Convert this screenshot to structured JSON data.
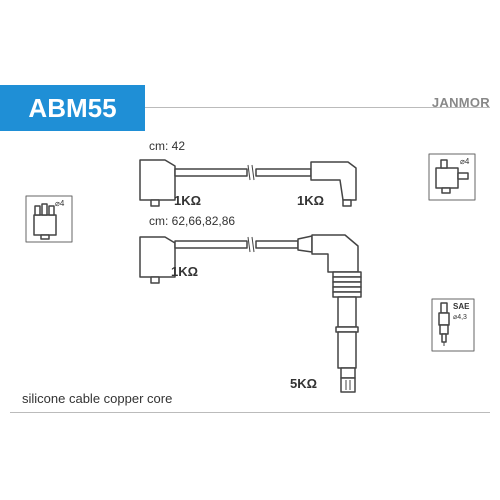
{
  "header": {
    "code": "ABM55",
    "brand": "JANMOR"
  },
  "labels": {
    "cm_top": "cm: 42",
    "cm_bottom": "cm: 62,66,82,86",
    "res_a": "1KΩ",
    "res_b": "1KΩ",
    "res_c": "1KΩ",
    "res_d": "5KΩ",
    "dist_left_size": "⌀4",
    "dist_right_size": "⌀4",
    "plug_sae": "SAE",
    "plug_size": "⌀4,3"
  },
  "footer": {
    "text": "silicone cable copper core"
  }
}
